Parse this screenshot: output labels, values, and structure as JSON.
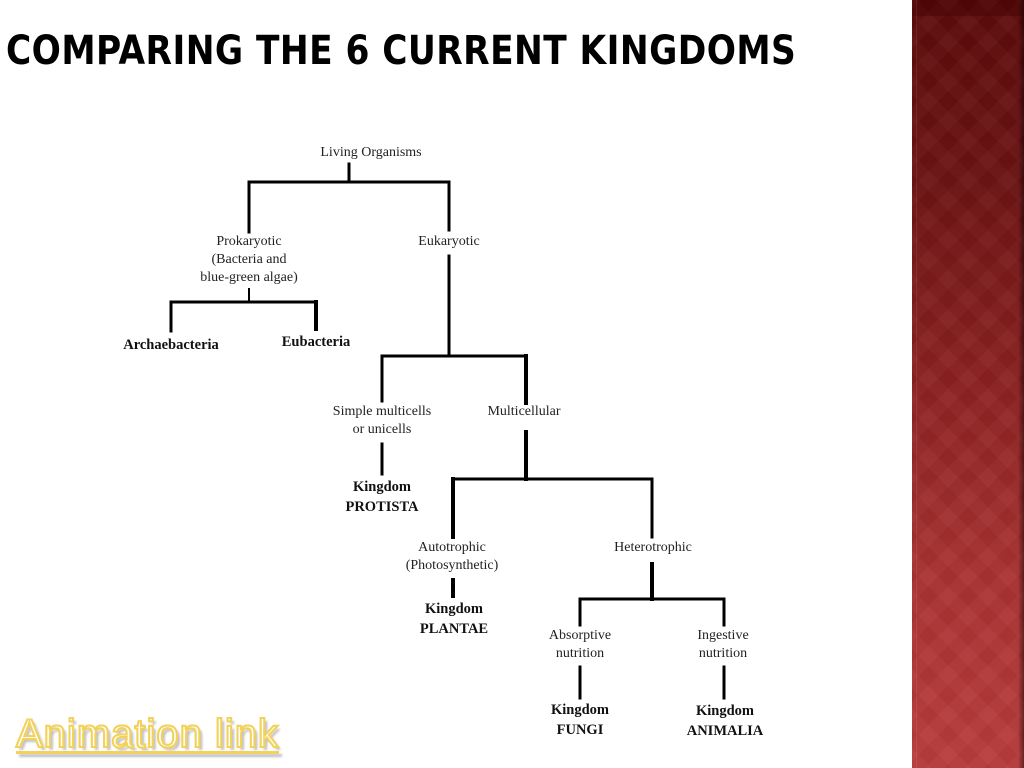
{
  "slide": {
    "title": "COMPARING THE 6 CURRENT KINGDOMS",
    "link_label": "Animation link"
  },
  "colors": {
    "sidebar_top": "#5c0a0a",
    "sidebar_bottom": "#b83c3c",
    "link_yellow": "#f2d25a",
    "line": "#000000"
  },
  "tree": {
    "root": "Living Organisms",
    "prokaryotic": {
      "l1": "Prokaryotic",
      "l2": "(Bacteria and",
      "l3": "blue-green algae)"
    },
    "eukaryotic": "Eukaryotic",
    "archaebacteria": "Archaebacteria",
    "eubacteria": "Eubacteria",
    "simple": {
      "l1": "Simple multicells",
      "l2": "or unicells"
    },
    "multicellular": "Multicellular",
    "protista": {
      "l1": "Kingdom",
      "l2": "PROTISTA"
    },
    "autotrophic": {
      "l1": "Autotrophic",
      "l2": "(Photosynthetic)"
    },
    "heterotrophic": "Heterotrophic",
    "plantae": {
      "l1": "Kingdom",
      "l2": "PLANTAE"
    },
    "absorptive": {
      "l1": "Absorptive",
      "l2": "nutrition"
    },
    "ingestive": {
      "l1": "Ingestive",
      "l2": "nutrition"
    },
    "fungi": {
      "l1": "Kingdom",
      "l2": "FUNGI"
    },
    "animalia": {
      "l1": "Kingdom",
      "l2": "ANIMALIA"
    }
  }
}
